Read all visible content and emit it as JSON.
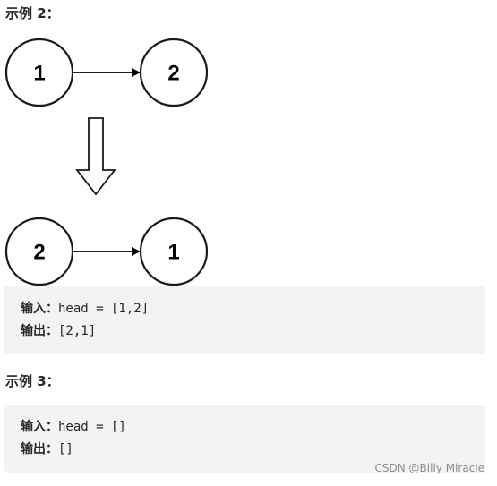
{
  "example2": {
    "heading": "示例 2：",
    "before": {
      "nodes": [
        "1",
        "2"
      ]
    },
    "after": {
      "nodes": [
        "2",
        "1"
      ]
    },
    "input_label": "输入：",
    "input_value": "head = [1,2]",
    "output_label": "输出：",
    "output_value": "[2,1]"
  },
  "example3": {
    "heading": "示例 3：",
    "input_label": "输入：",
    "input_value": "head = []",
    "output_label": "输出：",
    "output_value": "[]"
  },
  "watermark": "CSDN @Billy Miracle",
  "colors": {
    "code_bg": "#f2f3f5",
    "node_stroke": "#1a1a1a",
    "text": "#262626"
  }
}
